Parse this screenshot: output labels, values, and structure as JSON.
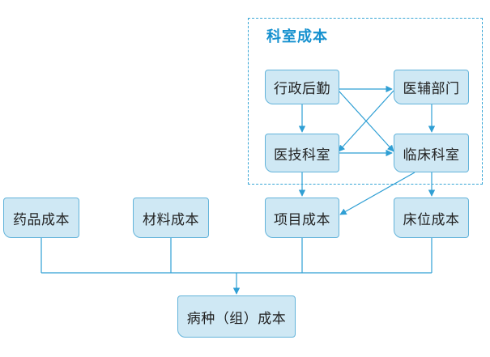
{
  "group": {
    "title": "科室成本"
  },
  "nodes": {
    "admin": "行政后勤",
    "medical_aux": "医辅部门",
    "medical_tech": "医技科室",
    "clinical": "临床科室",
    "drug_cost": "药品成本",
    "material_cost": "材料成本",
    "project_cost": "项目成本",
    "bed_cost": "床位成本",
    "disease_cost": "病种（组）成本"
  },
  "colors": {
    "line": "#2f9fd4",
    "node_fill": "#cfe8f4",
    "node_border": "#62b3da",
    "frame": "#38a6d6",
    "title": "#1691cf",
    "text": "#222222"
  }
}
